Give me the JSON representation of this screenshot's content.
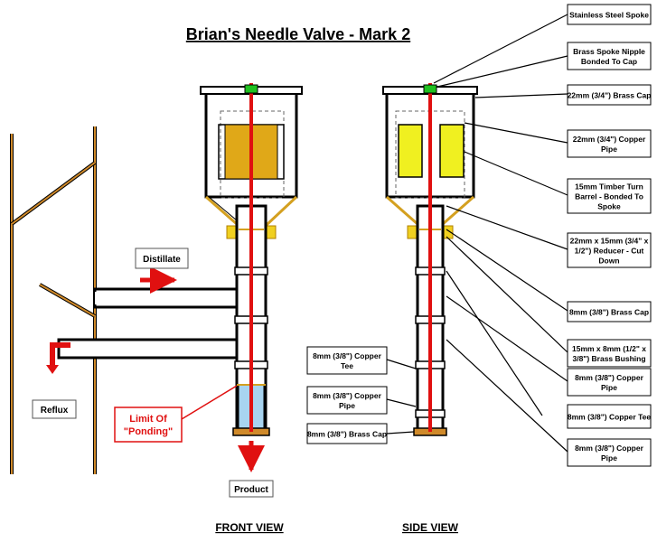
{
  "title": "Brian's Needle Valve - Mark 2",
  "views": {
    "front": "FRONT VIEW",
    "side": "SIDE VIEW"
  },
  "front_labels": {
    "distillate": "Distillate",
    "reflux": "Reflux",
    "product": "Product",
    "ponding_line1": "Limit Of",
    "ponding_line2": "\"Ponding\""
  },
  "right_callouts": [
    {
      "lines": [
        "Stainless Steel Spoke"
      ]
    },
    {
      "lines": [
        "Brass Spoke Nipple",
        "Bonded To Cap"
      ]
    },
    {
      "lines": [
        "22mm (3/4\") Brass Cap"
      ]
    },
    {
      "lines": [
        "22mm (3/4\") Copper",
        "Pipe"
      ]
    },
    {
      "lines": [
        "15mm Timber Turn",
        "Barrel - Bonded To",
        "Spoke"
      ]
    },
    {
      "lines": [
        "22mm x 15mm (3/4\" x",
        "1/2\") Reducer - Cut",
        "Down"
      ]
    },
    {
      "lines": [
        "8mm (3/8\") Brass Cap"
      ]
    },
    {
      "lines": [
        "15mm x 8mm (1/2\" x",
        "3/8\") Brass Bushing"
      ]
    },
    {
      "lines": [
        "8mm (3/8\") Copper",
        "Pipe"
      ]
    },
    {
      "lines": [
        "8mm (3/8\") Copper Tee"
      ]
    },
    {
      "lines": [
        "8mm (3/8\") Copper",
        "Pipe"
      ]
    }
  ],
  "left_callouts": [
    {
      "lines": [
        "8mm (3/8\") Copper",
        "Tee"
      ]
    },
    {
      "lines": [
        "8mm (3/8\") Copper",
        "Pipe"
      ]
    },
    {
      "lines": [
        "8mm (3/8\") Brass Cap"
      ]
    }
  ],
  "colors": {
    "spoke": "#e01010",
    "brass": "#d4a020",
    "timber": "#e8c010",
    "barrel_side": "#f0f020",
    "nipple": "#20c020",
    "liquid": "#a8d4f0",
    "still_wall": "#d08a2a"
  }
}
